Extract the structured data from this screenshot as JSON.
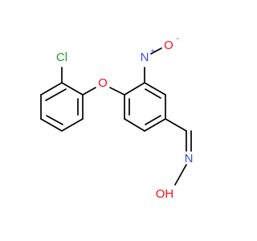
{
  "molecule": {
    "atoms": {
      "chlorine": "Cl",
      "ether_oxygen": "O",
      "nitro_nitrogen": "N",
      "nitro_nitrogen_charge": "+",
      "nitro_oxygen": "O",
      "nitro_oxygen_charge": "-",
      "oxime_nitrogen": "N",
      "hydroxyl": "OH"
    },
    "colors": {
      "bond": "#000000",
      "carbon_skeleton": "#000000",
      "chlorine": "#1fa11f",
      "oxygen": "#ff0d0d",
      "nitrogen": "#3050f8"
    }
  }
}
